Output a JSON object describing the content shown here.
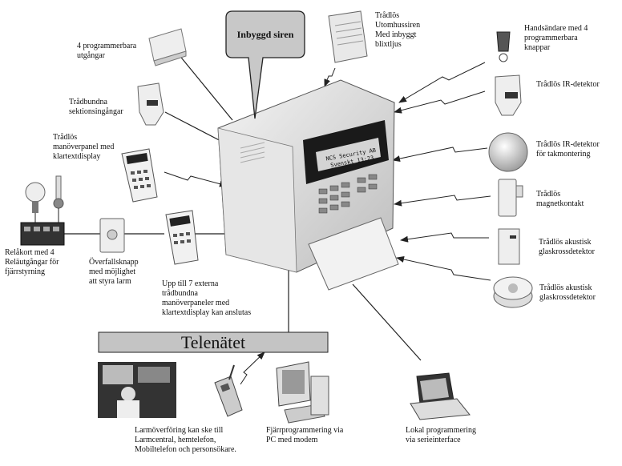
{
  "bubble": "Inbyggd siren",
  "network": "Telenätet",
  "display": {
    "line1": "NCS Security AB",
    "line2": "Svenskt  13:23"
  },
  "labels": {
    "outputs": "4 programmerbara\nutgångar",
    "wired_inputs": "Trådbundna\nsektionsingångar",
    "wireless_panel": "Trådlös\nmanöverpanel med\nklartextdisplay",
    "relay_card": "Relåkort med 4\nReläutgångar för\nfjärrstyrning",
    "panic": "Överfallsknapp\nmed möjlighet\natt styra larm",
    "wired_panels": "Upp till 7 externa\ntrådbundna\nmanöverpaneler med\nklartextdisplay kan anslutas",
    "outdoor_siren": "Trådlös\nUtomhussiren\nMed inbyggt\nblixtljus",
    "handheld": "Handsändare med 4\nprogrammerbara\nknappar",
    "ir_detector": "Trådlös IR-detektor",
    "ir_ceiling": "Trådlös IR-detektor\nför takmontering",
    "magnet": "Trådlös\nmagnetkontakt",
    "glass1": "Trådlös akustisk\nglaskrossdetektor",
    "glass2": "Trådlös akustisk\nglaskrossdetektor",
    "transfer": "Larmöverföring kan ske till\nLarmcentral, hemtelefon,\nMobiltelefon och personsökare.",
    "remote": "Fjärrprogrammering via\nPC med modem",
    "local": "Lokal programmering\nvia serieinterface"
  }
}
